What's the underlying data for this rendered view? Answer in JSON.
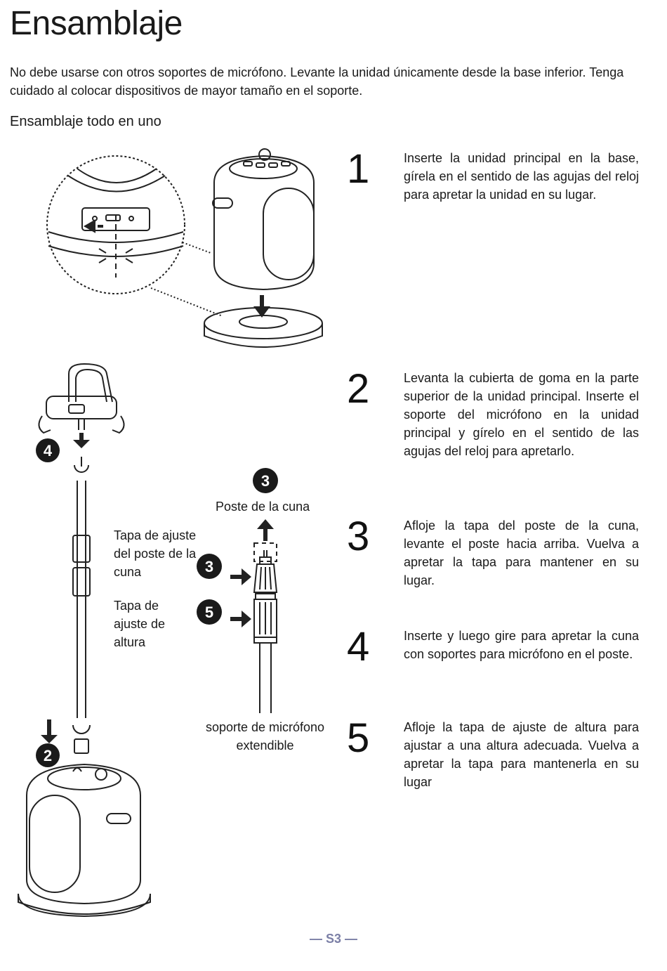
{
  "title": "Ensamblaje",
  "intro": "No debe usarse con otros soportes de micrófono. Levante la unidad únicamente desde la base inferior. Tenga cuidado al colocar dispositivos de mayor tamaño en el soporte.",
  "subtitle": "Ensamblaje todo en uno",
  "steps": [
    {
      "num": "1",
      "text": "Inserte la unidad principal en la base, gírela en el sentido de las agujas del reloj para apretar la unidad en su lugar."
    },
    {
      "num": "2",
      "text": "Levanta la cubierta de goma en la parte superior de la unidad principal. Inserte el soporte del micrófono en la unidad principal y gírelo en el sentido de las agujas del reloj para apretarlo."
    },
    {
      "num": "3",
      "text": "Afloje la tapa del poste de la cuna, levante el poste hacia arriba. Vuelva a apretar la tapa para mantener en su lugar."
    },
    {
      "num": "4",
      "text": "Inserte y luego gire para apretar la cuna con soportes para micrófono en el poste."
    },
    {
      "num": "5",
      "text": "Afloje la tapa de ajuste de altura para ajustar a una altura adecuada. Vuelva a apretar la tapa para mantenerla en su lugar"
    }
  ],
  "labels": {
    "cradle_post": "Poste de la cuna",
    "cradle_cap": "Tapa de ajuste del poste de la cuna",
    "height_cap": "Tapa de ajuste de altura",
    "mic_stand": "soporte de micrófono extendible"
  },
  "badges": {
    "b2": "2",
    "b3": "3",
    "b4": "4",
    "b5": "5"
  },
  "page_number": "S3",
  "colors": {
    "text": "#1a1a1a",
    "page_number": "#7b7fa6"
  }
}
